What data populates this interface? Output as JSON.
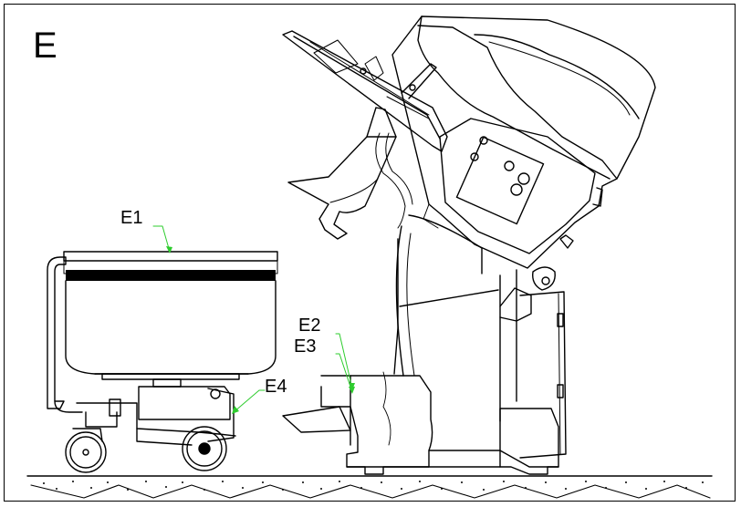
{
  "section_letter": "E",
  "callouts": {
    "e1": "E1",
    "e2": "E2",
    "e3": "E3",
    "e4": "E4"
  },
  "colors": {
    "line": "#000000",
    "leader": "#2ecc2e",
    "background": "#ffffff"
  }
}
